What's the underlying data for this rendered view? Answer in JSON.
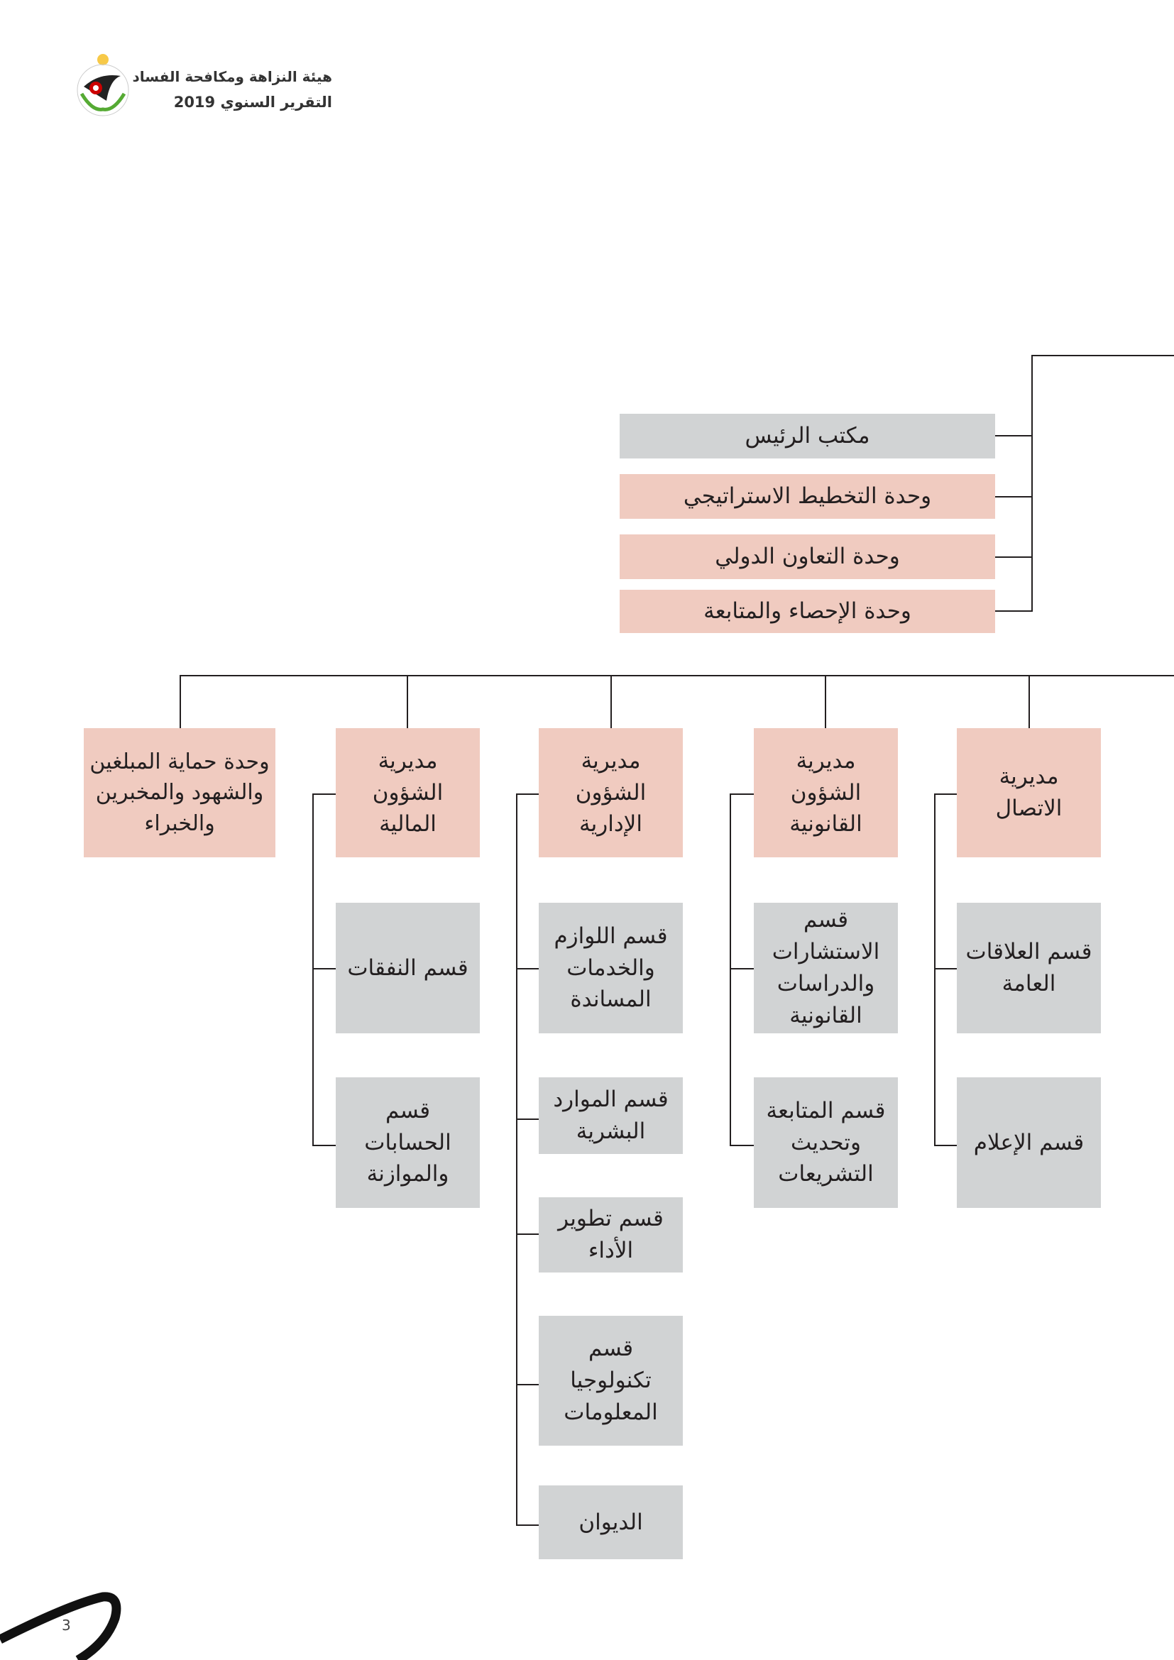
{
  "header": {
    "org": "هيئة النزاهة ومكافحة الفساد",
    "report": "التقرير السنوي 2019"
  },
  "top_units": [
    "مكتب الرئيس",
    "وحدة التخطيط الاستراتيجي",
    "وحدة التعاون الدولي",
    "وحدة الإحصاء والمتابعة"
  ],
  "columns": [
    {
      "head": "وحدة حماية المبلغين والشهود والمخبرين والخبراء",
      "sections": []
    },
    {
      "head": "مديرية الشؤون المالية",
      "sections": [
        "قسم النفقات",
        "قسم الحسابات والموازنة"
      ]
    },
    {
      "head": "مديرية الشؤون الإدارية",
      "sections": [
        "قسم اللوازم والخدمات المساندة",
        "قسم الموارد البشرية",
        "قسم تطوير الأداء",
        "قسم تكنولوجيا المعلومات",
        "الديوان"
      ]
    },
    {
      "head": "مديرية الشؤون القانونية",
      "sections": [
        "قسم الاستشارات والدراسات القانونية",
        "قسم المتابعة وتحديث التشريعات"
      ]
    },
    {
      "head": "مديرية الاتصال",
      "sections": [
        "قسم العلاقات العامة",
        "قسم الإعلام"
      ]
    }
  ],
  "page_number": "3",
  "colors": {
    "gray": "#d1d3d4",
    "pink": "#f0cbc0"
  }
}
